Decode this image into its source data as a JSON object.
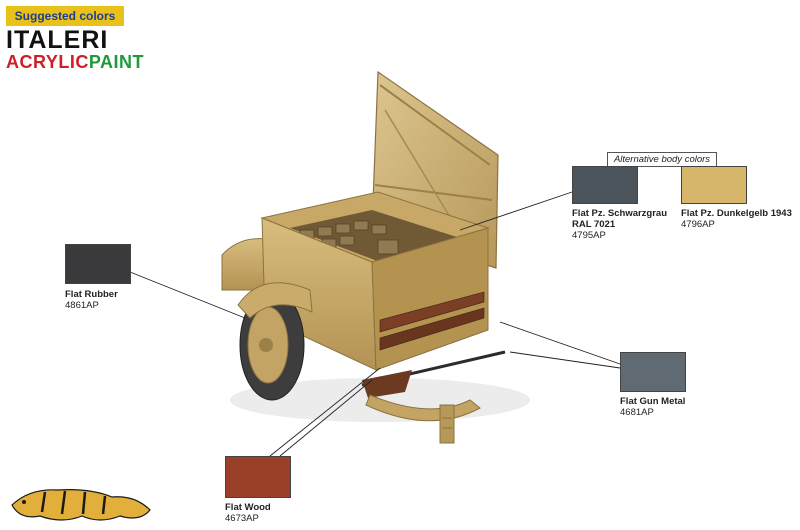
{
  "header": {
    "badge": "Suggested colors",
    "brand_line1": "ITALERI",
    "brand_line2_part1": "ACRYLIC",
    "brand_line2_part2": "PAINT"
  },
  "alternative_label": "Alternative body colors",
  "colors": {
    "rubber": {
      "name": "Flat Rubber",
      "code": "4861AP",
      "hex": "#3a3a3c"
    },
    "wood": {
      "name": "Flat Wood",
      "code": "4673AP",
      "hex": "#9a3f28"
    },
    "gunmetal": {
      "name": "Flat Gun Metal",
      "code": "4681AP",
      "hex": "#5f6a72"
    },
    "grey": {
      "name_line1": "Flat Pz. Schwarzgrau",
      "name_line2": "RAL 7021",
      "code": "4795AP",
      "hex": "#4b545b"
    },
    "yellow": {
      "name": "Flat Pz. Dunkelgelb 1943",
      "code": "4796AP",
      "hex": "#d6b66a"
    }
  }
}
